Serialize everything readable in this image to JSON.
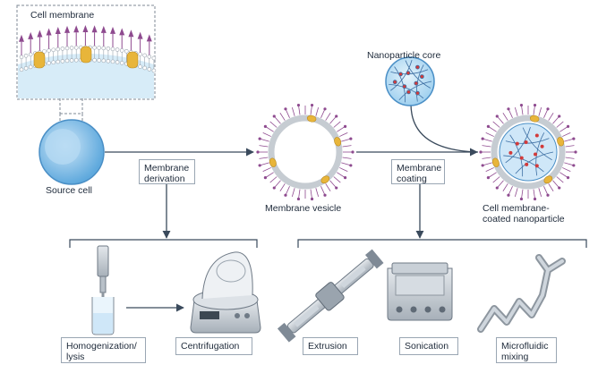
{
  "labels": {
    "cell_membrane": "Cell membrane",
    "source_cell": "Source cell",
    "membrane_derivation": [
      "Membrane",
      "derivation"
    ],
    "membrane_vesicle": "Membrane vesicle",
    "nanoparticle_core": "Nanoparticle core",
    "membrane_coating": [
      "Membrane",
      "coating"
    ],
    "coated_nanoparticle": [
      "Cell membrane-",
      "coated nanoparticle"
    ],
    "homogenization": [
      "Homogenization/",
      "lysis"
    ],
    "centrifugation": "Centrifugation",
    "extrusion": "Extrusion",
    "sonication": "Sonication",
    "microfluidic": [
      "Microfluidic",
      "mixing"
    ]
  },
  "colors": {
    "lipid_tail": "#8e4a8f",
    "protein": "#e8b53a",
    "cell_blue": "#8ec5ea",
    "line": "#3a4a5c"
  }
}
